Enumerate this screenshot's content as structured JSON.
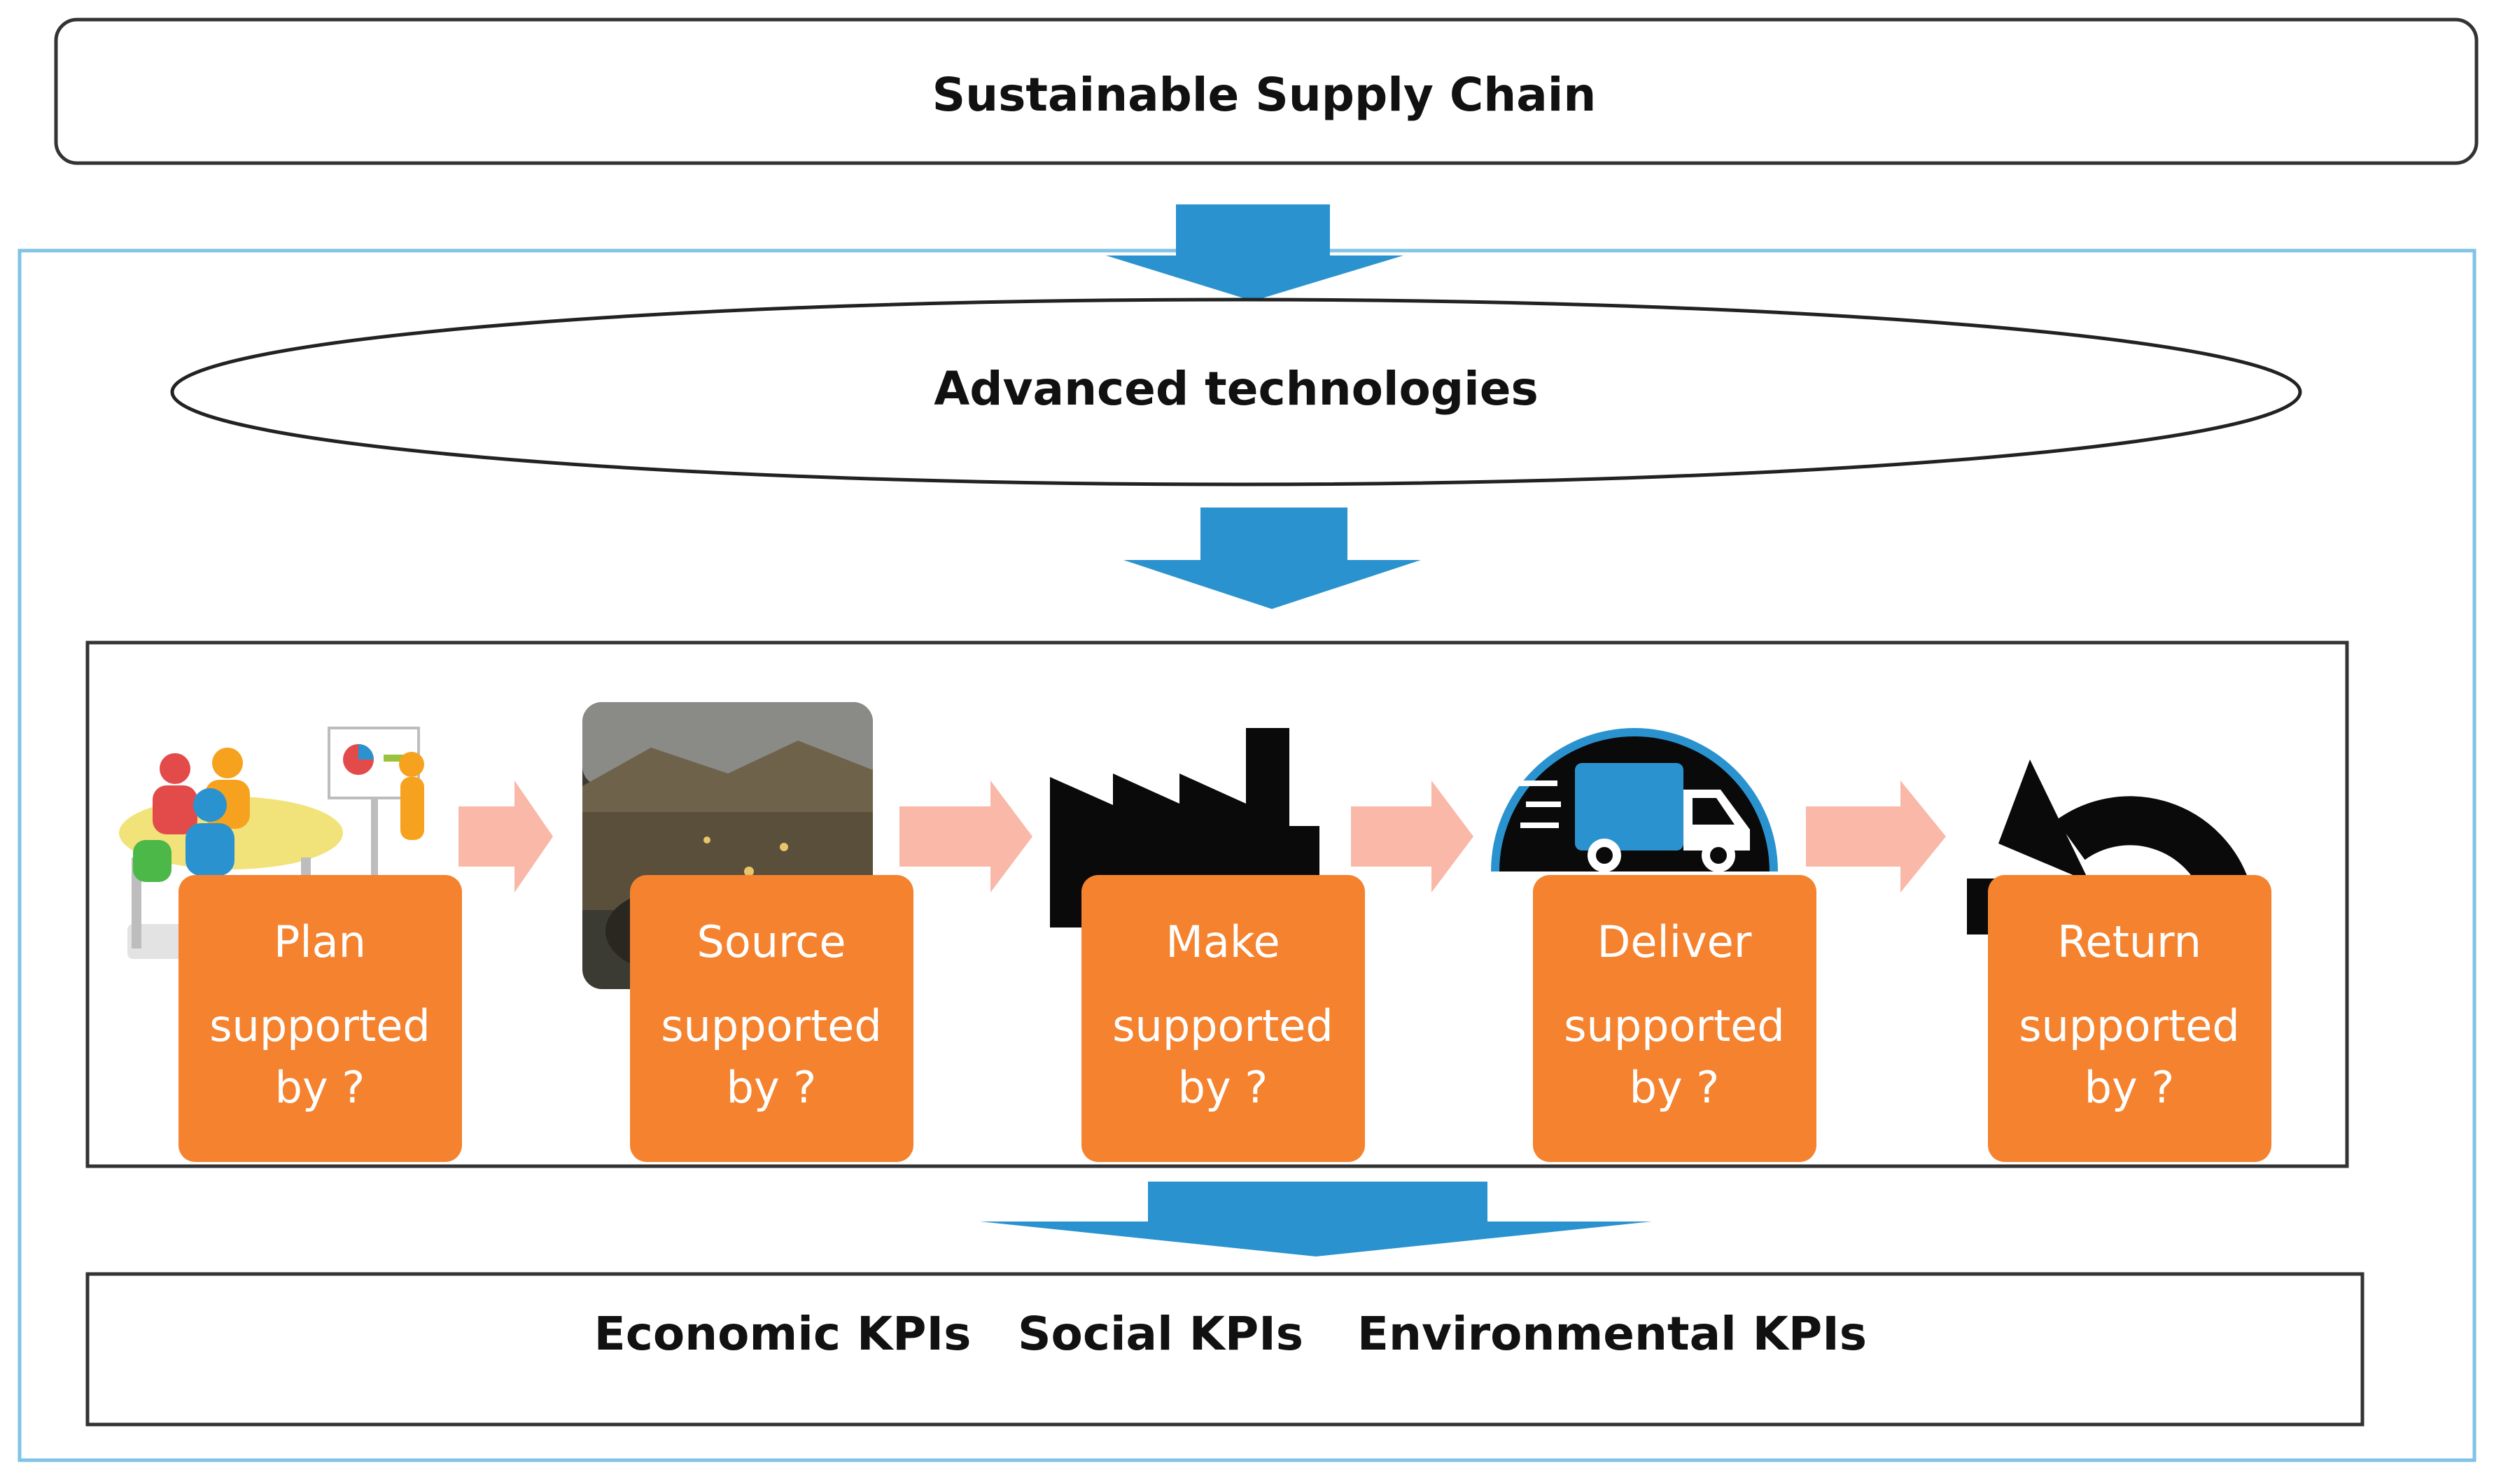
{
  "header": {
    "title": "Sustainable Supply Chain"
  },
  "technologies": {
    "label": "Advanced technologies"
  },
  "steps": [
    {
      "name": "Plan",
      "line1": "Plan",
      "line2": "supported",
      "line3": "by ?"
    },
    {
      "name": "Source",
      "line1": "Source",
      "line2": "supported",
      "line3": "by ?"
    },
    {
      "name": "Make",
      "line1": "Make",
      "line2": "supported",
      "line3": "by ?"
    },
    {
      "name": "Deliver",
      "line1": "Deliver",
      "line2": "supported",
      "line3": "by ?"
    },
    {
      "name": "Return",
      "line1": "Return",
      "line2": "supported",
      "line3": "by ?"
    }
  ],
  "kpis": {
    "economic": "Economic KPIs",
    "social": "Social KPIs",
    "environmental": "Environmental KPIs"
  },
  "icons": [
    "meeting-icon",
    "mine-photo-icon",
    "factory-icon",
    "delivery-truck-icon",
    "return-arrow-icon"
  ],
  "colors": {
    "step_box": "#F5822F",
    "connector_arrow": "#F9B8A8",
    "flow_arrow": "#2A93CF",
    "frame_blue": "#7FC3E6",
    "outline": "#333333"
  }
}
